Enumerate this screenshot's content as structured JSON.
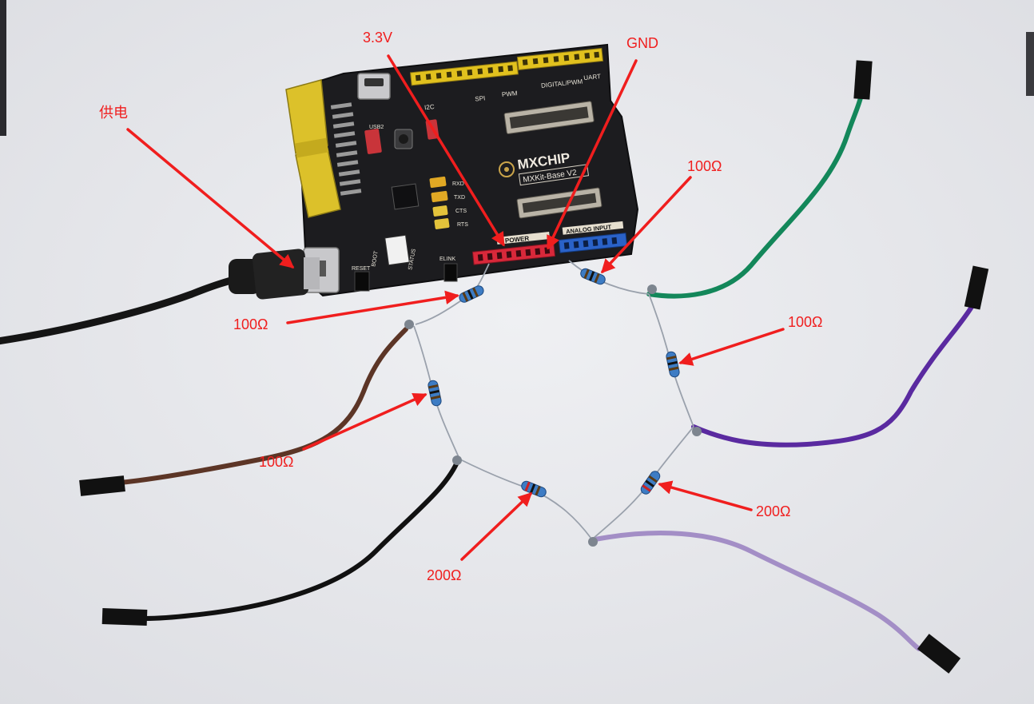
{
  "annotations": {
    "power_supply": "供电",
    "pin_3v3": "3.3V",
    "pin_gnd": "GND",
    "res_top_left": "100Ω",
    "res_top_right": "100Ω",
    "res_right_upper": "100Ω",
    "res_left_mid": "100Ω",
    "res_right_lower": "200Ω",
    "res_bottom_left": "200Ω"
  },
  "board": {
    "brand": "MXCHIP",
    "model": "MXKit-Base V2",
    "header_power": "POWER",
    "header_analog": "ANALOG INPUT",
    "silk_i2c": "I2C",
    "silk_spi": "SPI",
    "silk_pwm": "PWM",
    "silk_digital": "DIGITAL/PWM",
    "silk_uart": "UART",
    "silk_rxd": "RXD",
    "silk_txd": "TXD",
    "silk_cts": "CTS",
    "silk_rts": "RTS",
    "silk_reset": "RESET",
    "silk_elink": "ELINK",
    "silk_status": "STATUS",
    "silk_usb2": "USB2",
    "silk_boot": "BOOT"
  },
  "colors": {
    "annotation_red": "#f01e1e",
    "board_black": "#1c1c1f",
    "header_yellow": "#e1c11e",
    "header_red": "#d8283a",
    "header_blue": "#2a62c8",
    "wire_green": "#13875a",
    "wire_purple": "#5a2aa0",
    "wire_lavender": "#a38ec6",
    "wire_brown": "#5c3526",
    "wire_black": "#111111"
  }
}
